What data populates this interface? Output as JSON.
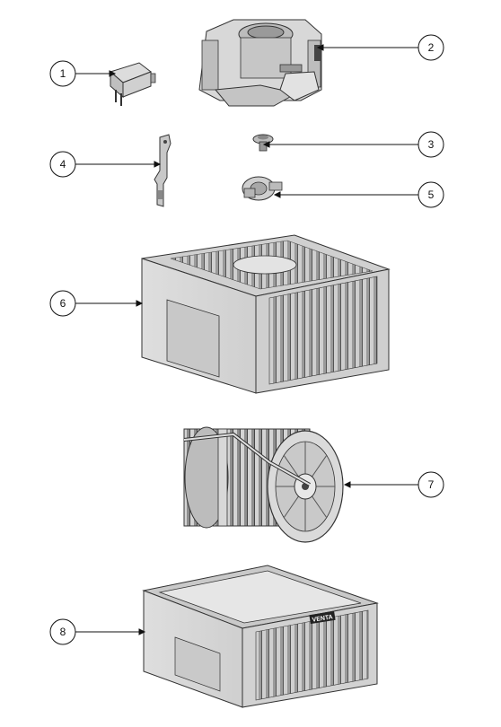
{
  "callouts": [
    {
      "label": "1",
      "part": "power-adapter"
    },
    {
      "label": "2",
      "part": "motor-unit"
    },
    {
      "label": "3",
      "part": "small-knob"
    },
    {
      "label": "4",
      "part": "bracket"
    },
    {
      "label": "5",
      "part": "gear-drive"
    },
    {
      "label": "6",
      "part": "top-cover"
    },
    {
      "label": "7",
      "part": "disc-drum"
    },
    {
      "label": "8",
      "part": "water-tank"
    }
  ],
  "branding": {
    "logo_text": "VENTA"
  }
}
